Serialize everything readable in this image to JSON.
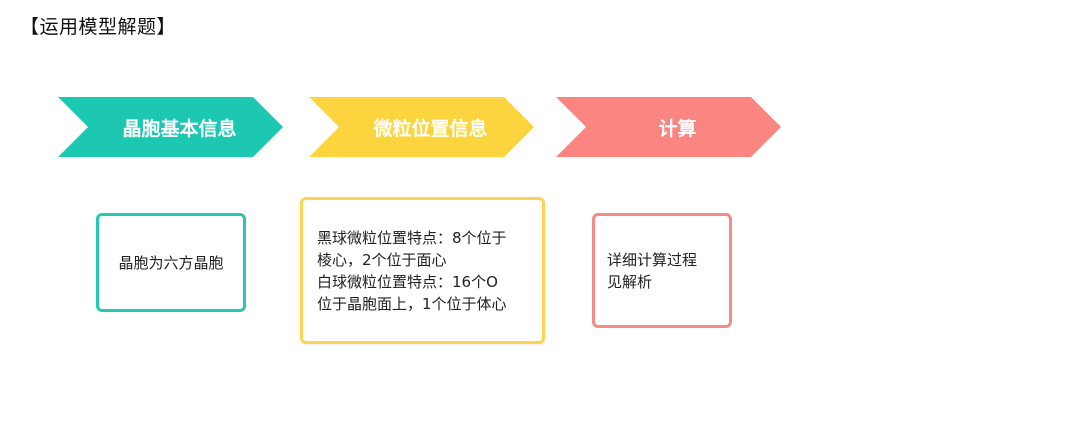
{
  "heading": "【运用模型解题】",
  "steps": [
    {
      "label": "晶胞基本信息",
      "color": "#1dc8b2"
    },
    {
      "label": "微粒位置信息",
      "color": "#fcd43e"
    },
    {
      "label": "计算",
      "color": "#fb8580"
    }
  ],
  "boxes": [
    {
      "lines": [
        "晶胞为六方晶胞"
      ]
    },
    {
      "lines": [
        "黑球微粒位置特点：8个位于",
        "棱心，2个位于面心",
        "白球微粒位置特点：16个O",
        "位于晶胞面上，1个位于体心"
      ]
    },
    {
      "lines": [
        "详细计算过程",
        "见解析"
      ]
    }
  ]
}
